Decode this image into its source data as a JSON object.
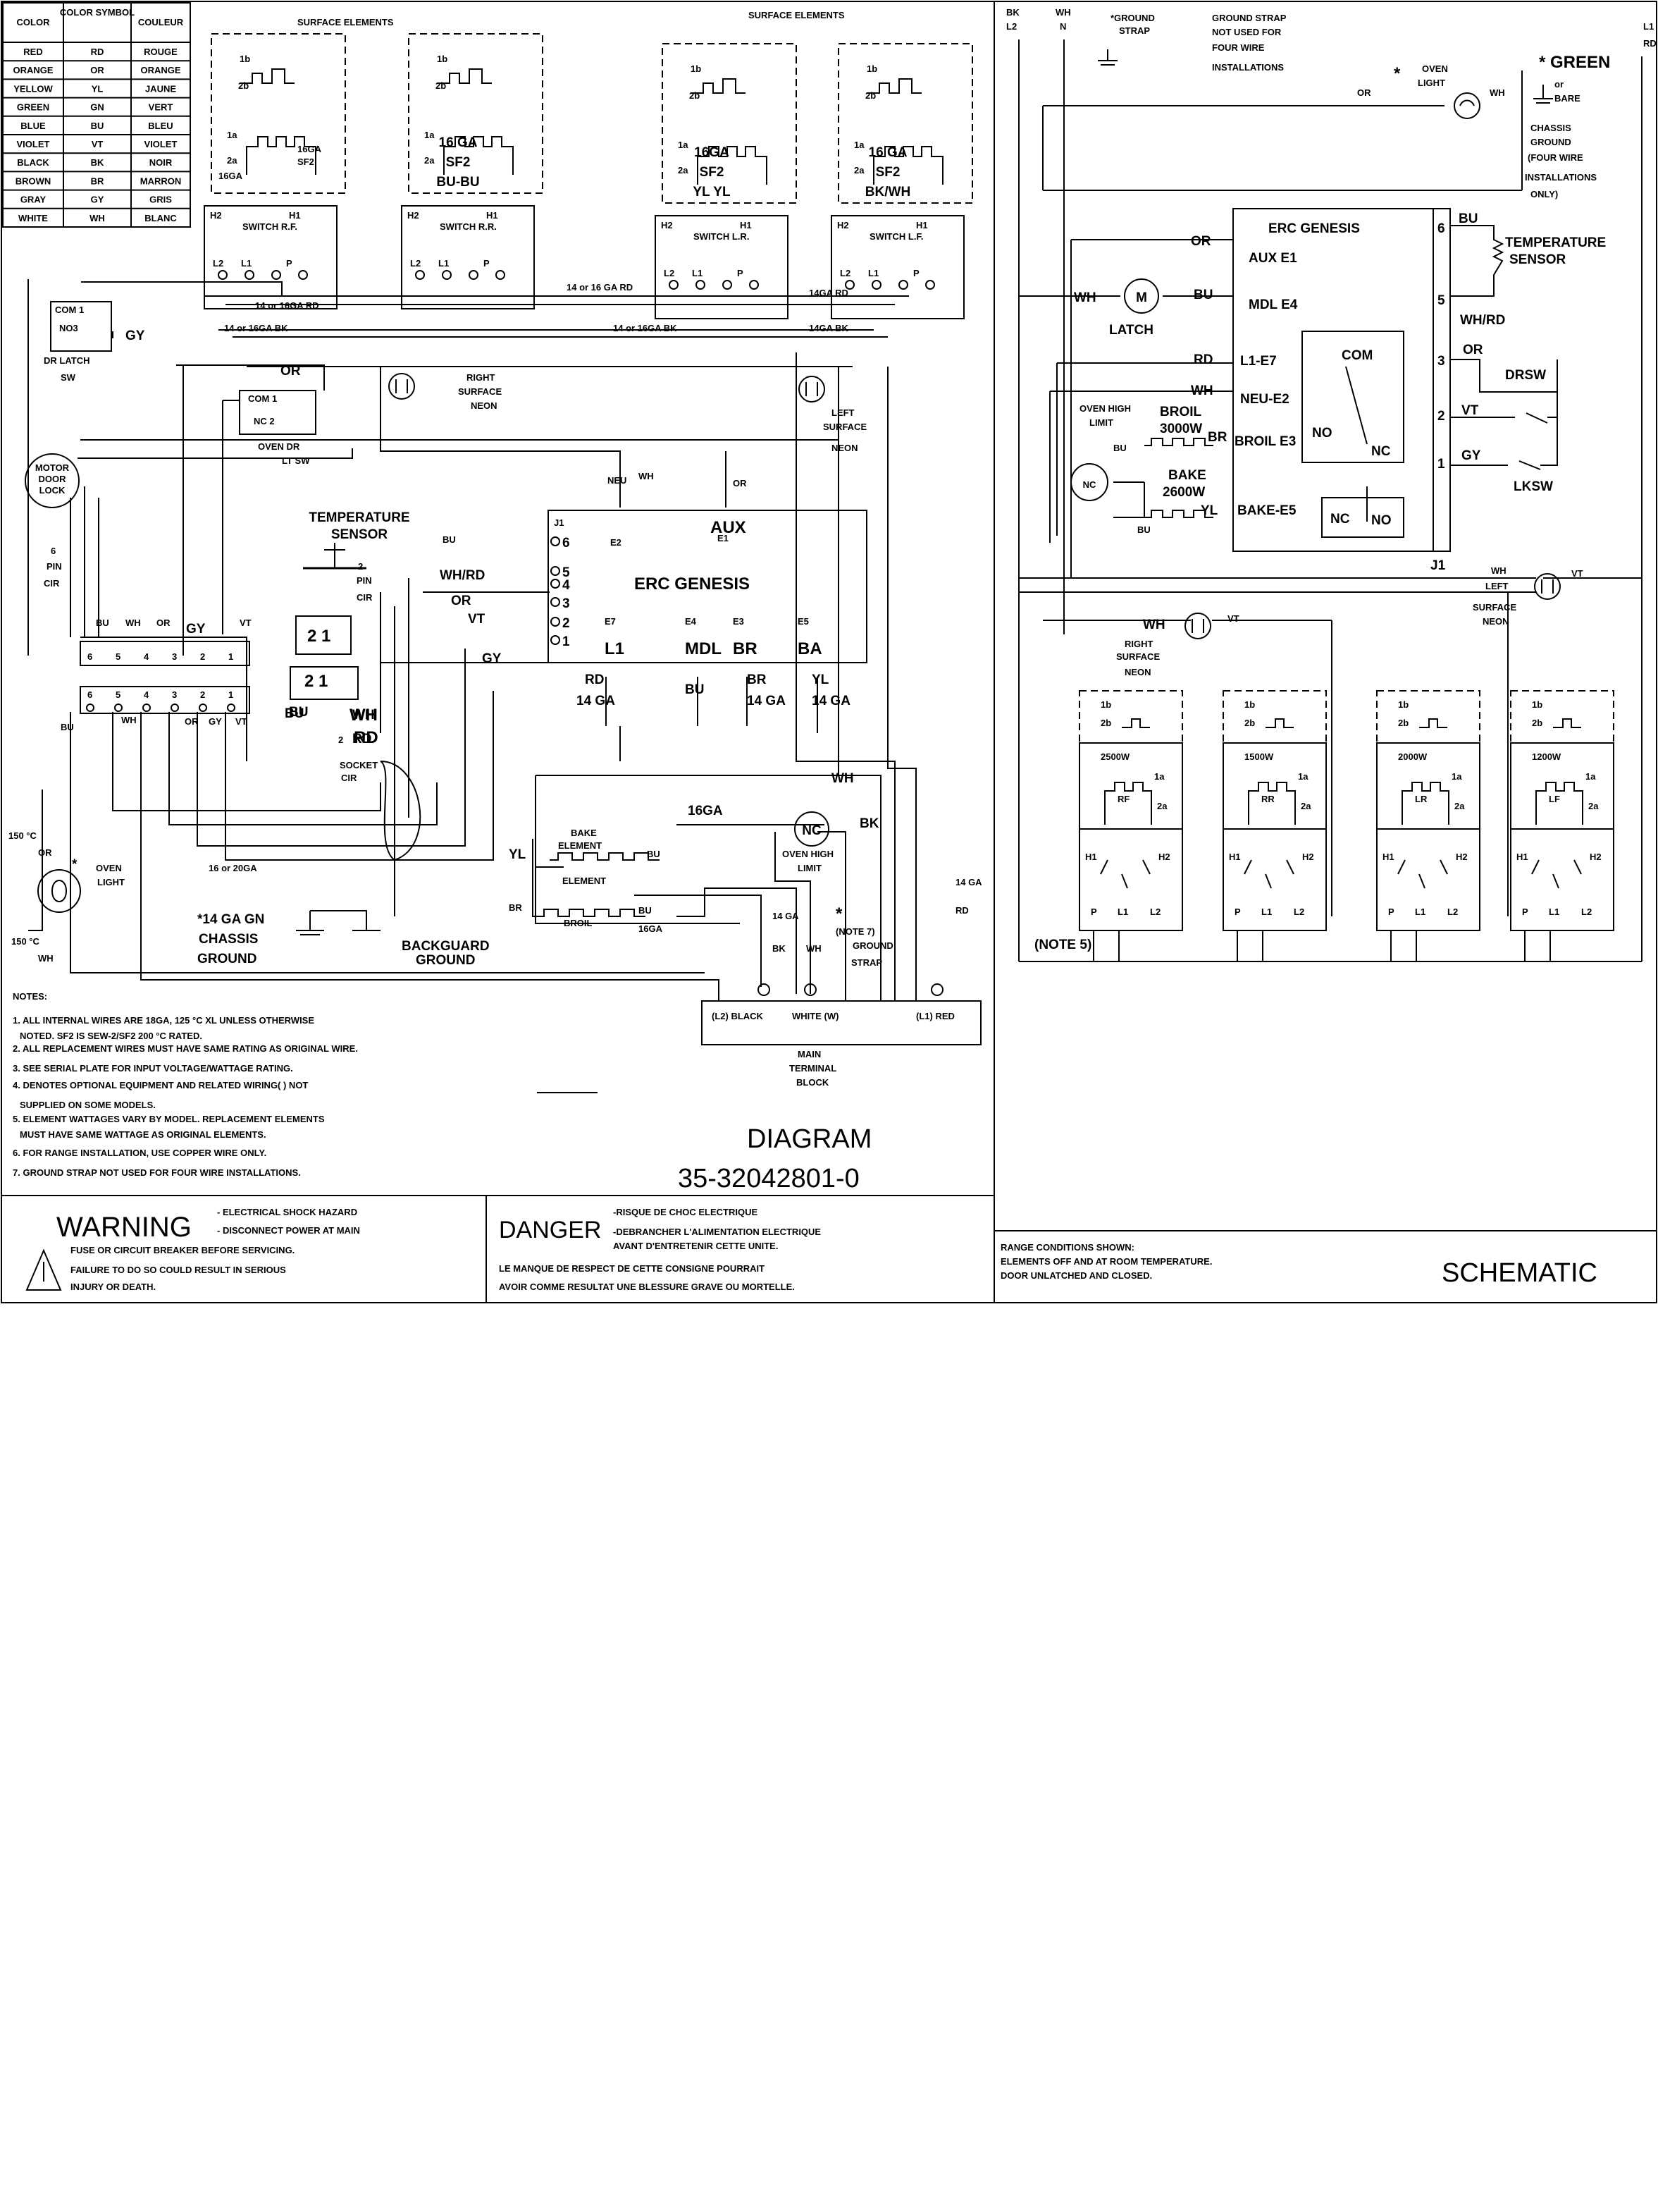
{
  "color_table": {
    "headers": [
      "COLOR",
      "COLOR SYMBOL",
      "COULEUR"
    ],
    "rows": [
      [
        "RED",
        "RD",
        "ROUGE"
      ],
      [
        "ORANGE",
        "OR",
        "ORANGE"
      ],
      [
        "YELLOW",
        "YL",
        "JAUNE"
      ],
      [
        "GREEN",
        "GN",
        "VERT"
      ],
      [
        "BLUE",
        "BU",
        "BLEU"
      ],
      [
        "VIOLET",
        "VT",
        "VIOLET"
      ],
      [
        "BLACK",
        "BK",
        "NOIR"
      ],
      [
        "BROWN",
        "BR",
        "MARRON"
      ],
      [
        "GRAY",
        "GY",
        "GRIS"
      ],
      [
        "WHITE",
        "WH",
        "BLANC"
      ]
    ]
  },
  "wiring": {
    "surface_elements": "SURFACE ELEMENTS",
    "switch_rf": "SWITCH R.F.",
    "switch_rr": "SWITCH R.R.",
    "switch_lr": "SWITCH L.R.",
    "switch_lf": "SWITCH L.F.",
    "ga16_bubu": [
      "16 GA",
      "SF2",
      "BU-BU"
    ],
    "ga16_ylyl": [
      "16GA",
      "SF2",
      "YL YL"
    ],
    "ga16_bkwh": [
      "16 GA",
      "SF2",
      "BK/WH"
    ],
    "dr_latch": [
      "COM 1",
      "NO3",
      "DR LATCH",
      "SW"
    ],
    "oven_dr": [
      "COM 1",
      "NC 2",
      "OVEN DR",
      "LT SW"
    ],
    "right_neon": [
      "RIGHT",
      "SURFACE",
      "NEON"
    ],
    "left_neon": [
      "LEFT",
      "SURFACE",
      "NEON"
    ],
    "motor": [
      "MOTOR",
      "DOOR",
      "LOCK"
    ],
    "temp_sensor": [
      "TEMPERATURE",
      "SENSOR"
    ],
    "two_pin": [
      "2",
      "PIN",
      "CIR"
    ],
    "six_pin": [
      "6",
      "PIN",
      "CIR"
    ],
    "socket": [
      "2",
      "SOCKET",
      "CIR"
    ],
    "erc_title": "ERC GENESIS",
    "erc_terms": [
      "L1",
      "MDL",
      "BR",
      "BA"
    ],
    "erc_e": [
      "E7",
      "E4",
      "E3",
      "E5"
    ],
    "erc_top": [
      "NEU",
      "E2",
      "AUX",
      "E1"
    ],
    "j1": "J1",
    "j1_pins": [
      "6",
      "5",
      "4",
      "3",
      "2",
      "1"
    ],
    "bake_element": [
      "BAKE",
      "ELEMENT"
    ],
    "broil_element": [
      "ELEMENT",
      "BROIL"
    ],
    "oven_high_limit": [
      "OVEN HIGH",
      "LIMIT"
    ],
    "nc": "NC",
    "oven_light": [
      "OVEN",
      "LIGHT"
    ],
    "chassis_ground": [
      "*14 GA GN",
      "CHASSIS",
      "GROUND"
    ],
    "backguard_ground": [
      "BACKGUARD",
      "GROUND"
    ],
    "main_block": [
      "MAIN",
      "TERMINAL",
      "BLOCK"
    ],
    "terminals": [
      "(L2) BLACK",
      "WHITE (W)",
      "(L1) RED"
    ],
    "ground_strap": [
      "(NOTE 7)",
      "GROUND",
      "STRAP"
    ],
    "temps": [
      "150 °C",
      "150 °C"
    ],
    "wire_labels": [
      "OR",
      "GY",
      "VT",
      "BU",
      "WH",
      "BR",
      "RD",
      "YL",
      "BK",
      "WH/RD",
      "16GA",
      "14 GA",
      "16 or 20GA",
      "14 or 16GA RD",
      "14 or 16GA BK",
      "14GA RD",
      "14GA BK",
      "14 or 16 GA RD"
    ]
  },
  "notes": {
    "title": "NOTES:",
    "items": [
      "1. ALL INTERNAL WIRES ARE 18GA, 125     °C XL UNLESS OTHERWISE",
      "NOTED. SF2 IS SEW-2/SF2 200          °C RATED.",
      "2. ALL REPLACEMENT WIRES MUST HAVE SAME RATING AS ORIGINAL WIRE.",
      "3. SEE SERIAL PLATE FOR INPUT VOLTAGE/WATTAGE RATING.",
      "4. DENOTES OPTIONAL EQUIPMENT AND RELATED WIRING(   ) NOT",
      "SUPPLIED ON SOME MODELS.",
      "5. ELEMENT WATTAGES VARY BY MODEL. REPLACEMENT ELEMENTS",
      "MUST HAVE SAME WATTAGE AS ORIGINAL ELEMENTS.",
      "6. FOR RANGE INSTALLATION, USE COPPER WIRE ONLY.",
      "7. GROUND STRAP NOT USED FOR FOUR WIRE INSTALLATIONS."
    ]
  },
  "diagram_title": "DIAGRAM",
  "diagram_number": "35-32042801-0",
  "warning": {
    "title": "WARNING",
    "lines": [
      "- ELECTRICAL SHOCK HAZARD",
      "- DISCONNECT POWER AT MAIN",
      "FUSE OR CIRCUIT BREAKER BEFORE SERVICING.",
      "FAILURE TO DO SO COULD RESULT IN SERIOUS",
      "INJURY OR DEATH."
    ]
  },
  "danger": {
    "title": "DANGER",
    "lines": [
      "-RISQUE DE CHOC ELECTRIQUE",
      "-DEBRANCHER L'ALIMENTATION ELECTRIQUE",
      "AVANT D'ENTRETENIR CETTE UNITE.",
      "LE MANQUE DE RESPECT DE CETTE CONSIGNE POURRAIT",
      "AVOIR COMME RESULTAT UNE BLESSURE GRAVE OU MORTELLE."
    ]
  },
  "schematic": {
    "title": "SCHEMATIC",
    "top_labels": [
      "BK",
      "L2",
      "WH",
      "N",
      "*GROUND",
      "STRAP",
      "GROUND STRAP",
      "NOT USED FOR",
      "FOUR WIRE",
      "INSTALLATIONS",
      "L1",
      "RD"
    ],
    "oven_light": [
      "*",
      "OVEN",
      "LIGHT"
    ],
    "green_bare": [
      "* GREEN",
      "or",
      "BARE"
    ],
    "chassis": [
      "CHASSIS",
      "GROUND",
      "(FOUR WIRE",
      "INSTALLATIONS",
      "ONLY)"
    ],
    "erc_title": "ERC GENESIS",
    "erc_rows": [
      "AUX E1",
      "MDL E4",
      "L1-E7",
      "NEU-E2",
      "BROIL E3",
      "BAKE-E5"
    ],
    "relay": [
      "COM",
      "NO",
      "NC",
      "NC",
      "NO"
    ],
    "pins": [
      "6",
      "5",
      "3",
      "2",
      "1"
    ],
    "right_labels": [
      "BU",
      "TEMPERATURE",
      "SENSOR",
      "WH/RD",
      "OR",
      "DRSW",
      "VT",
      "GY",
      "LKSW",
      "J1"
    ],
    "latch": "LATCH",
    "motor": "M",
    "wire_left": [
      "OR",
      "WH",
      "BU",
      "RD",
      "WH",
      "VT",
      "YL",
      "BR"
    ],
    "broil": [
      "BROIL",
      "3000W"
    ],
    "bake": [
      "BAKE",
      "2600W"
    ],
    "high_limit": [
      "OVEN HIGH",
      "LIMIT"
    ],
    "left_neon": [
      "LEFT",
      "SURFACE",
      "NEON"
    ],
    "right_neon": [
      "RIGHT",
      "SURFACE",
      "NEON"
    ],
    "elements": [
      {
        "watts": "2500W",
        "name": "RF"
      },
      {
        "watts": "1500W",
        "name": "RR"
      },
      {
        "watts": "2000W",
        "name": "LR"
      },
      {
        "watts": "1200W",
        "name": "LF"
      }
    ],
    "sw_labels": [
      "1b",
      "2b",
      "1a",
      "2a",
      "H1",
      "H2",
      "P",
      "L1",
      "L2"
    ],
    "note5": "(NOTE 5)",
    "conditions": [
      "RANGE CONDITIONS SHOWN:",
      "ELEMENTS OFF AND AT ROOM TEMPERATURE.",
      "DOOR UNLATCHED AND CLOSED."
    ]
  }
}
